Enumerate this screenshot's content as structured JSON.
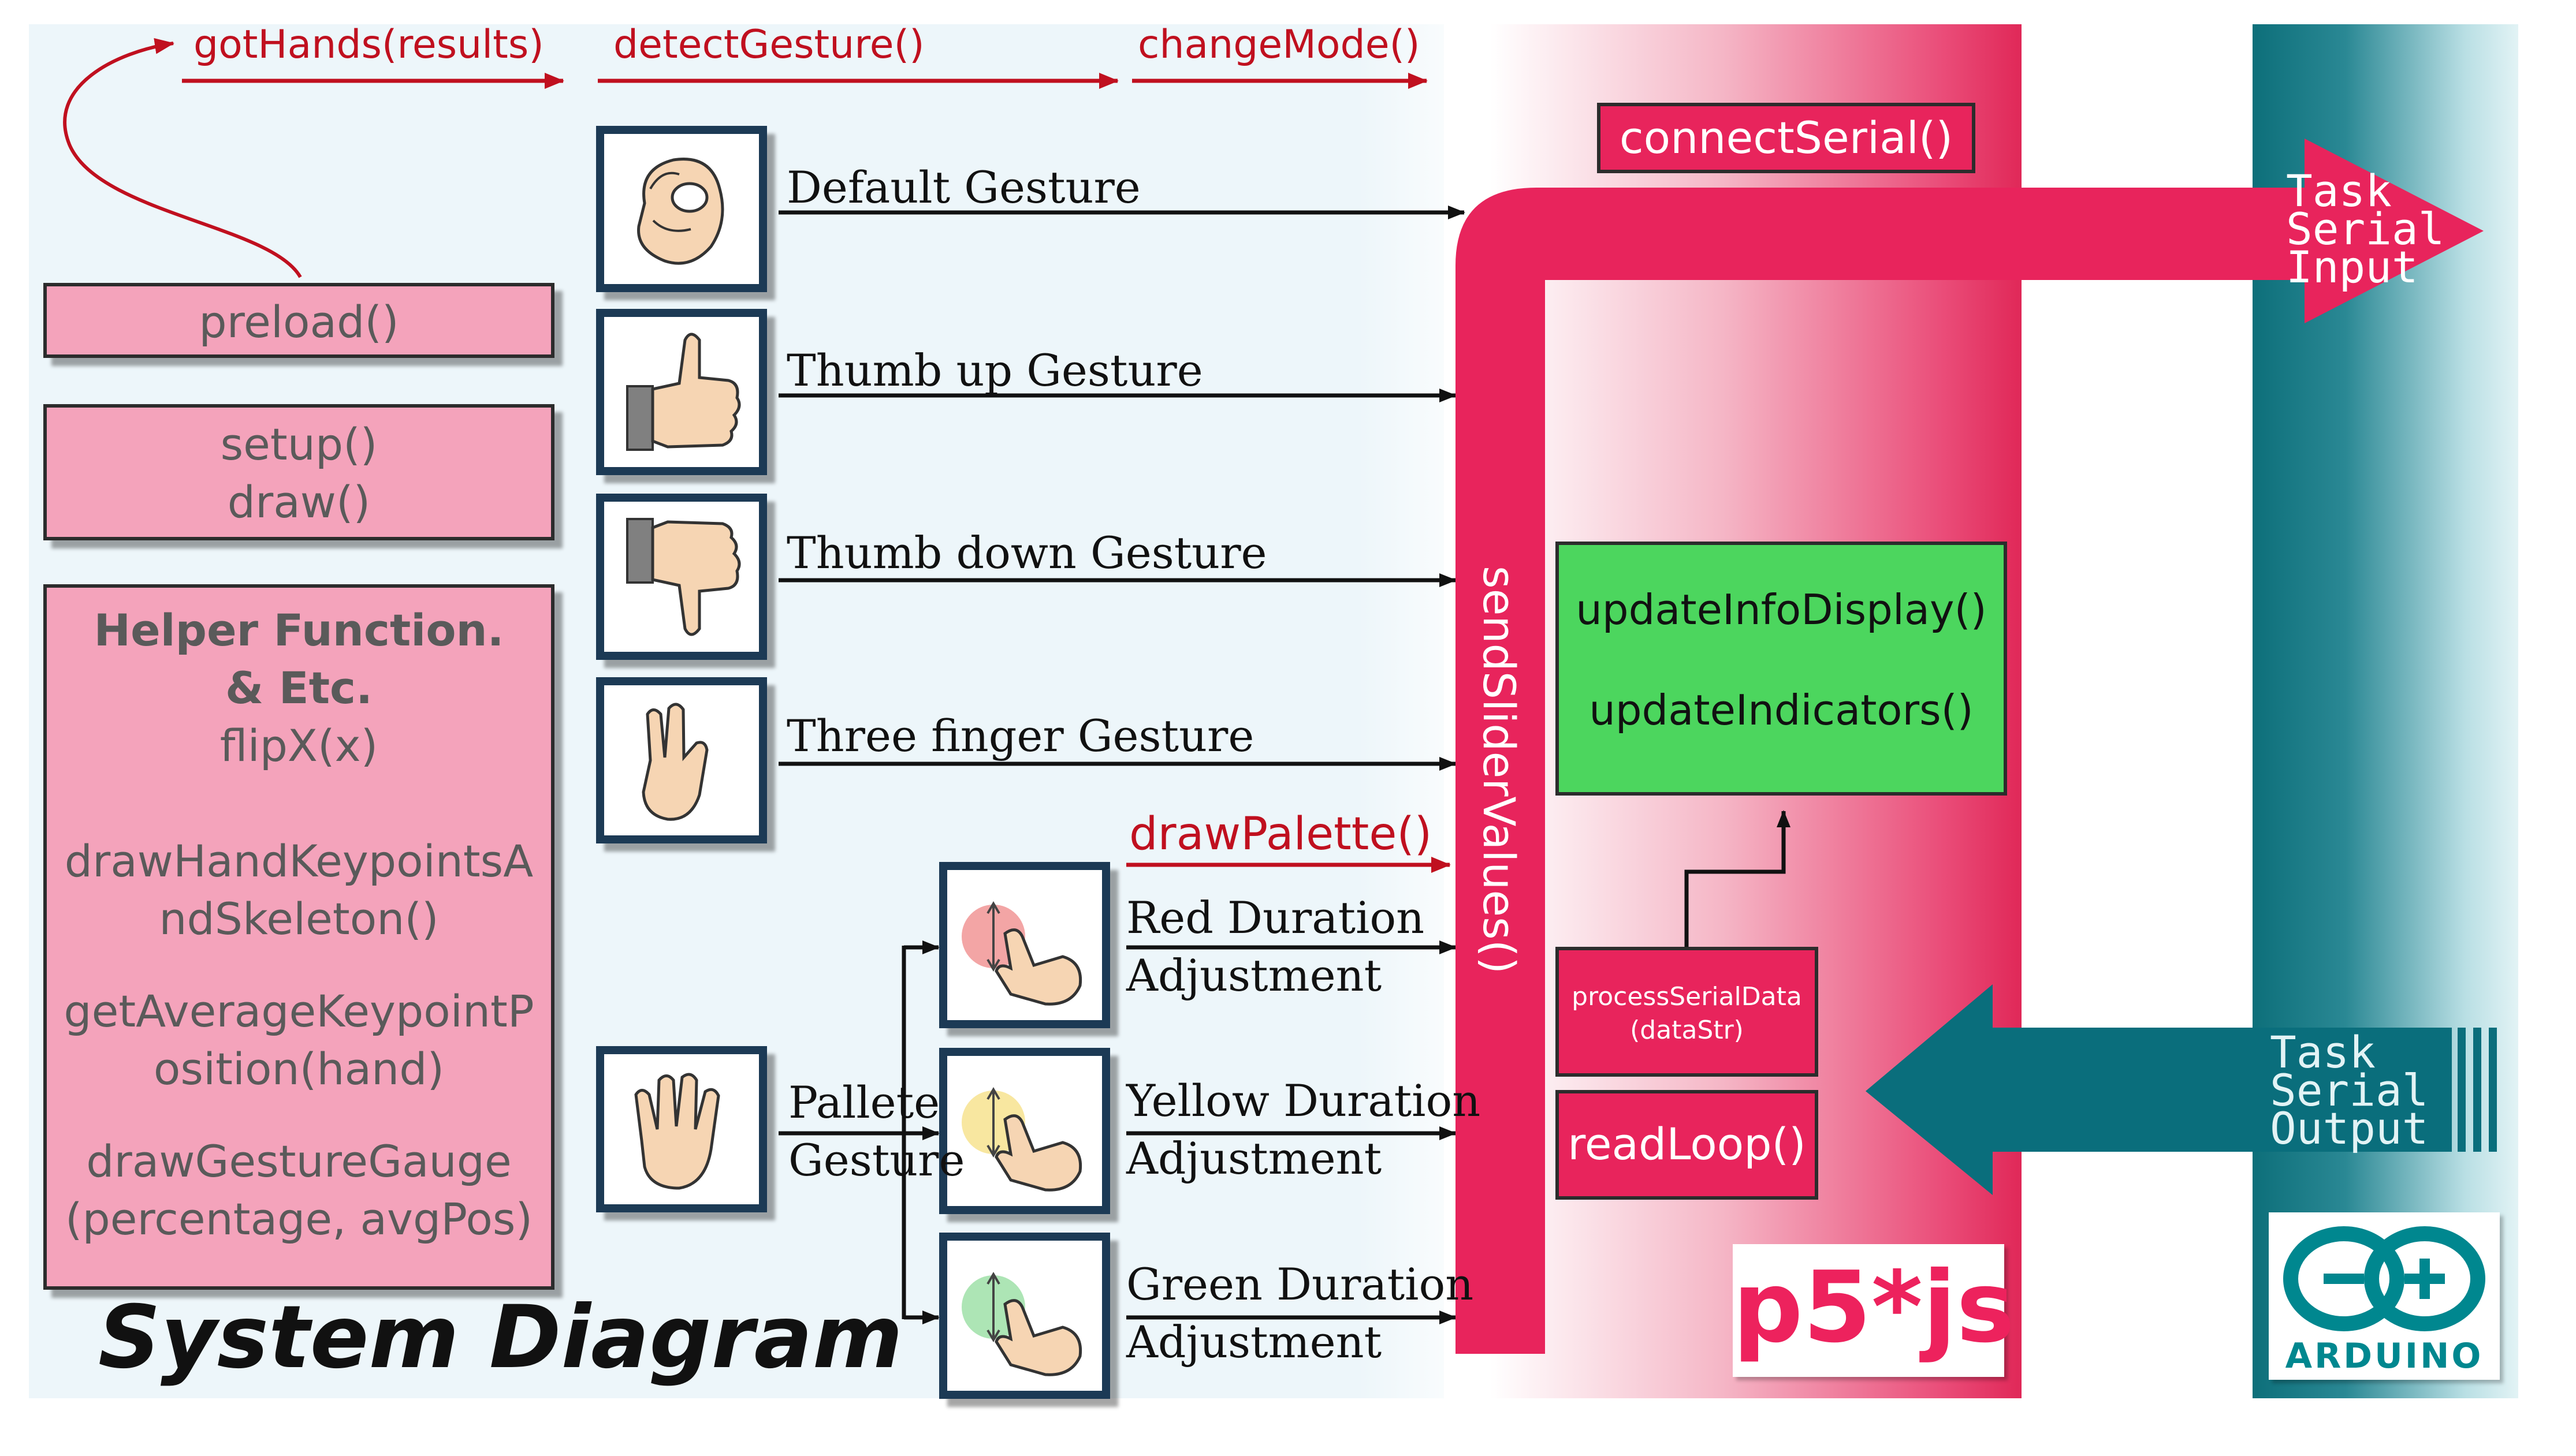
{
  "diagram": {
    "title": "System Diagram",
    "flow_labels": {
      "got_hands": "gotHands(results)",
      "detect_gesture": "detectGesture()",
      "change_mode": "changeMode()",
      "draw_palette": "drawPalette()"
    },
    "left_functions": {
      "preload": "preload()",
      "setup": "setup()",
      "draw": "draw()",
      "helper_title_1": "Helper Function.",
      "helper_title_2": "& Etc.",
      "helper_lines": [
        "flipX(x)",
        "drawHandKeypointsA",
        "ndSkeleton()",
        "getAverageKeypointP",
        "osition(hand)",
        "drawGestureGauge",
        "(percentage, avgPos)"
      ]
    },
    "gestures": {
      "default": "Default Gesture",
      "thumb_up": "Thumb up Gesture",
      "thumb_down": "Thumb down Gesture",
      "three_finger": "Three finger Gesture",
      "pallete_1": "Pallete",
      "pallete_2": "Gesture"
    },
    "adjustments": {
      "red_1": "Red Duration",
      "red_2": "Adjustment",
      "yellow_1": "Yellow Duration",
      "yellow_2": "Adjustment",
      "green_1": "Green Duration",
      "green_2": "Adjustment"
    },
    "p5_functions": {
      "connect_serial": "connectSerial()",
      "send_slider_values": "sendSliderValues()",
      "update_info": "updateInfoDisplay()",
      "update_indicators": "updateIndicators()",
      "process_serial_1": "processSerialData",
      "process_serial_2": "(dataStr)",
      "read_loop": "readLoop()"
    },
    "arduino": {
      "serial_input": [
        "Task",
        "Serial",
        "Input"
      ],
      "serial_output": [
        "Task",
        "Serial",
        "Output"
      ],
      "logo_text": "ARDUINO"
    },
    "logos": {
      "p5js": "p5*js"
    },
    "colors": {
      "flow_red": "#c0101f",
      "p5_pink": "#e8245c",
      "box_pink": "#f4a3bb",
      "update_green": "#4cd65e",
      "arduino_teal": "#0a6e7c",
      "gesture_border": "#1c3a55"
    }
  }
}
